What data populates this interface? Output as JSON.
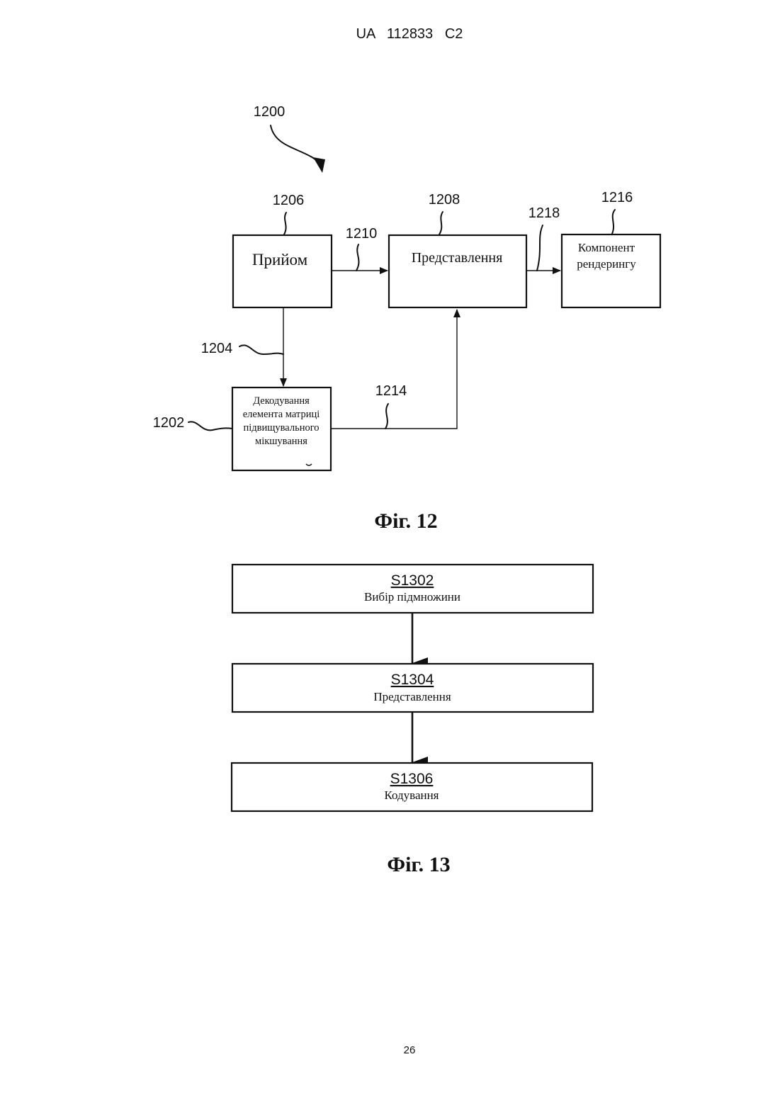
{
  "header": {
    "patent_id": "UA   112833   C2"
  },
  "fig12": {
    "ref_main": "1200",
    "ref_receive": "1206",
    "ref_representation": "1208",
    "ref_renderer": "1216",
    "ref_link_receive_repr": "1210",
    "ref_link_repr_render": "1218",
    "ref_link_receive_decode": "1204",
    "ref_decoder": "1202",
    "ref_link_decode_repr": "1214",
    "box_receive": "Прийом",
    "box_representation": "Представлення",
    "box_renderer_line1": "Компонент",
    "box_renderer_line2": "рендерингу",
    "box_decoder_line1": "Декодування",
    "box_decoder_line2": "елемента матриці",
    "box_decoder_line3": "підвищувального",
    "box_decoder_line4": "мікшування",
    "caption": "Фіг. 12"
  },
  "fig13": {
    "steps": [
      {
        "id": "S1302",
        "label": "Вибір підмножини"
      },
      {
        "id": "S1304",
        "label": "Представлення"
      },
      {
        "id": "S1306",
        "label": "Кодування"
      }
    ],
    "caption": "Фіг. 13"
  },
  "footer": {
    "page_number": "26"
  }
}
